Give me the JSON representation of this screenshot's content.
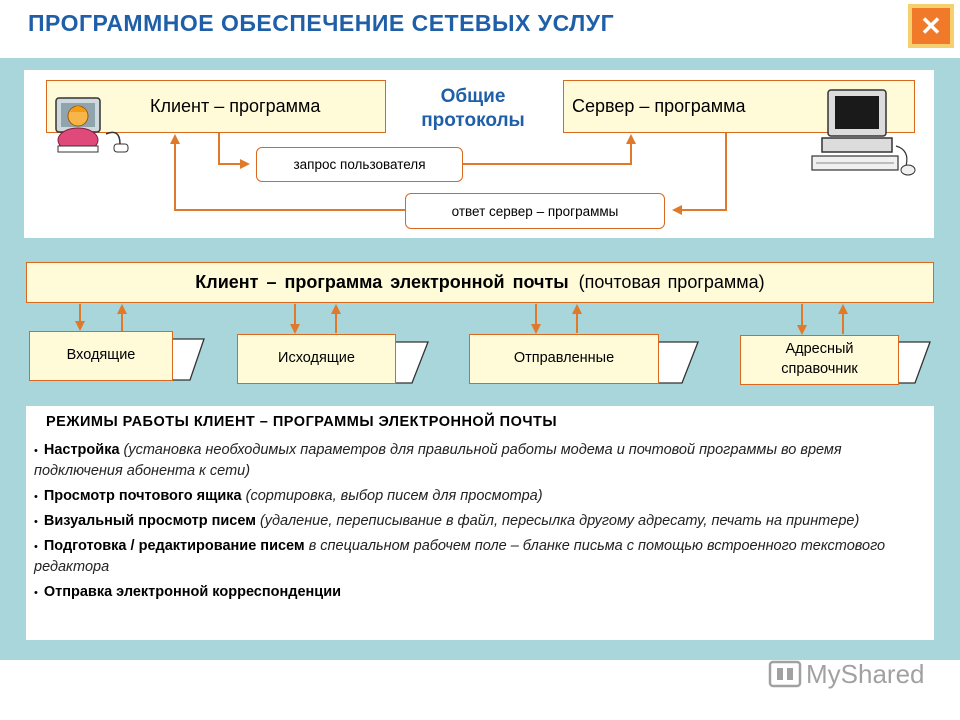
{
  "title": "ПРОГРАММНОЕ ОБЕСПЕЧЕНИЕ СЕТЕВЫХ УСЛУГ",
  "close_symbol": "✕",
  "top_diagram": {
    "client_label": "Клиент – программа",
    "server_label": "Сервер – программа",
    "protocols_line1": "Общие",
    "protocols_line2": "протоколы",
    "request_label": "запрос пользователя",
    "response_label": "ответ сервер – программы"
  },
  "mail_client": {
    "title_bold": "Клиент – программа электронной почты",
    "title_plain": "(почтовая программа)",
    "folders": [
      {
        "line1": "Входящие",
        "line2": ""
      },
      {
        "line1": "Исходящие",
        "line2": ""
      },
      {
        "line1": "Отправленные",
        "line2": ""
      },
      {
        "line1": "Адресный",
        "line2": "справочник"
      }
    ]
  },
  "modes": {
    "heading": "РЕЖИМЫ РАБОТЫ КЛИЕНТ – ПРОГРАММЫ ЭЛЕКТРОННОЙ ПОЧТЫ",
    "bullet": "•",
    "items": [
      {
        "bold": "Настройка",
        "italic": "(установка необходимых параметров для правильной работы модема и почтовой программы во время подключения абонента к сети)"
      },
      {
        "bold": "Просмотр почтового ящика",
        "italic": "(сортировка, выбор писем для просмотра)"
      },
      {
        "bold": "Визуальный просмотр писем",
        "italic": "(удаление, переписывание в файл, пересылка другому адресату, печать на принтере)"
      },
      {
        "bold": "Подготовка / редактирование писем",
        "italic": "в специальном рабочем поле – бланке письма с помощью встроенного текстового редактора"
      },
      {
        "bold": "Отправка электронной корреспонденции",
        "italic": ""
      }
    ]
  },
  "watermark": "MyShared",
  "colors": {
    "title": "#1f5fa8",
    "panel": "#a9d6db",
    "box_fill": "#fffbd9",
    "box_border": "#d9691e",
    "arrow": "#e07a2a"
  }
}
